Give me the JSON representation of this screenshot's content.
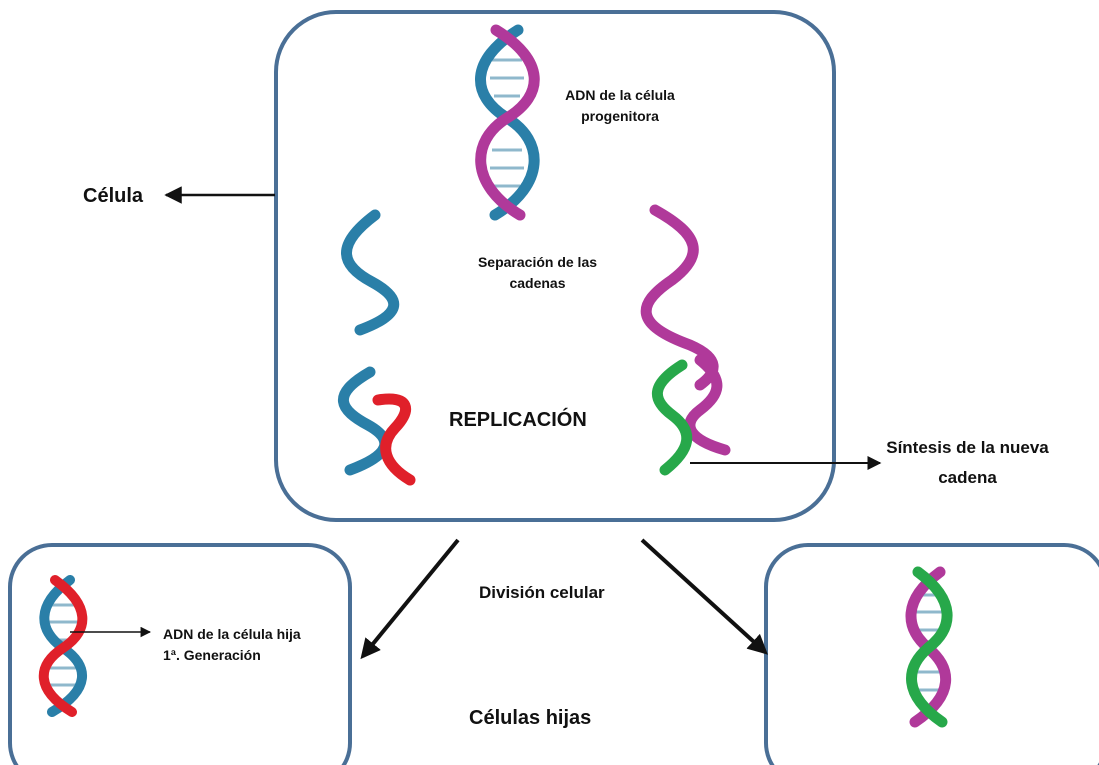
{
  "labels": {
    "cell": "Célula",
    "parent_dna": [
      "ADN de la célula",
      "progenitora"
    ],
    "strand_separation": [
      "Separación de las",
      "cadenas"
    ],
    "replication": "REPLICACIÓN",
    "new_strand_synthesis": [
      "Síntesis de la nueva",
      "cadena"
    ],
    "cell_division": "División celular",
    "daughter_dna": [
      "ADN de la célula hija",
      "1ª. Generación"
    ],
    "daughter_cells": "Células hijas"
  },
  "colors": {
    "cell_outline": "#4a6f96",
    "blue_strand": "#2a7fa8",
    "magenta_strand": "#b0399a",
    "red_strand": "#e0202a",
    "green_strand": "#27a84a",
    "arrow": "#111111"
  }
}
